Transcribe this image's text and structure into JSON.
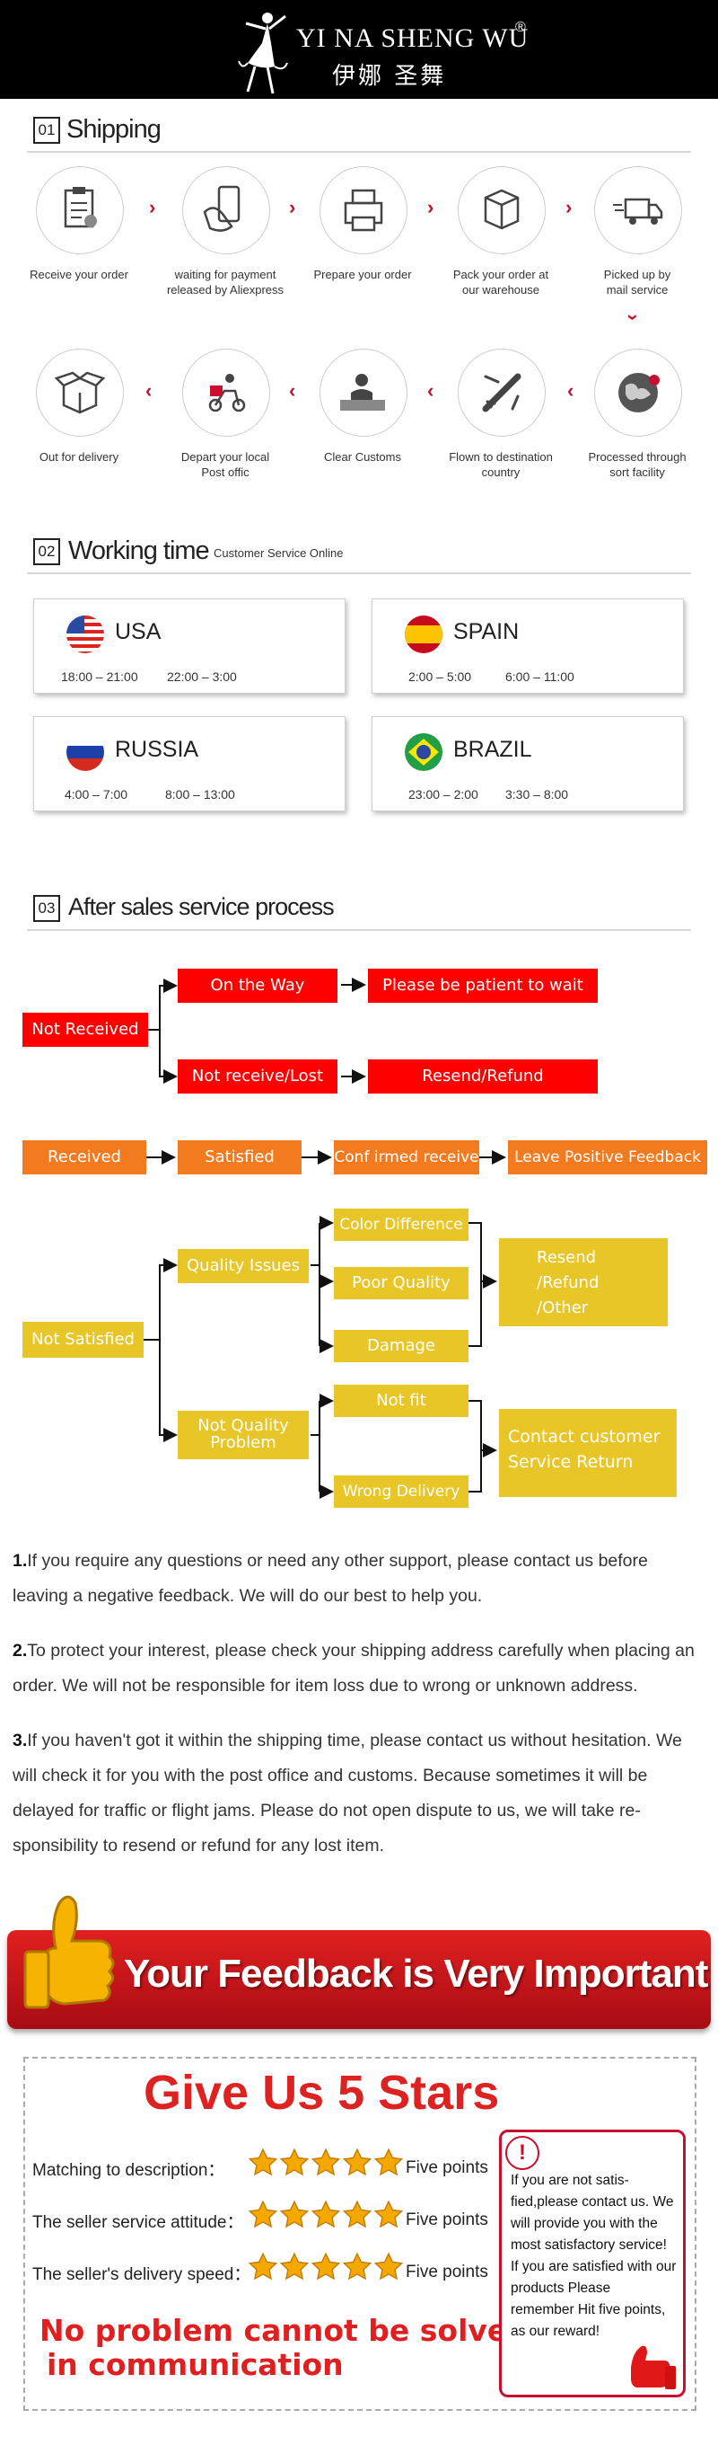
{
  "header": {
    "brand": "YI NA SHENG WU",
    "brand_mark": "®",
    "brand_cn": "伊娜 圣舞"
  },
  "shipping": {
    "number": "01",
    "title": "Shipping",
    "steps": [
      {
        "icon": "clipboard-icon",
        "label": "Receive your order"
      },
      {
        "icon": "payment-card-icon",
        "label": "waiting for payment released by Aliexpress"
      },
      {
        "icon": "printer-icon",
        "label": "Prepare your order"
      },
      {
        "icon": "box-icon",
        "label": "Pack your order at our warehouse"
      },
      {
        "icon": "truck-icon",
        "label": "Picked up by mail service"
      },
      {
        "icon": "globe-icon",
        "label": "Processed through sort facility"
      },
      {
        "icon": "airplane-icon",
        "label": "Flown to destination country"
      },
      {
        "icon": "customs-officer-icon",
        "label": "Clear Customs"
      },
      {
        "icon": "delivery-scooter-icon",
        "label": "Depart your local Post offic"
      },
      {
        "icon": "open-box-icon",
        "label": "Out for delivery"
      }
    ]
  },
  "working_time": {
    "number": "02",
    "title": "Working time",
    "subtitle": "Customer Service Online",
    "countries": [
      {
        "name": "USA",
        "t1": "18:00 – 21:00",
        "t2": "22:00 – 3:00"
      },
      {
        "name": "SPAIN",
        "t1": "2:00 – 5:00",
        "t2": "6:00 – 11:00"
      },
      {
        "name": "RUSSIA",
        "t1": "4:00 – 7:00",
        "t2": "8:00 – 13:00"
      },
      {
        "name": "BRAZIL",
        "t1": "23:00 – 2:00",
        "t2": "3:30 – 8:00"
      }
    ]
  },
  "after_sales": {
    "number": "03",
    "title": "After sales service process",
    "not_received": "Not Received",
    "on_the_way": "On the Way",
    "be_patient": "Please be patient to wait",
    "lost": "Not receive/Lost",
    "resend_refund": "Resend/Refund",
    "received": "Received",
    "satisfied": "Satisfied",
    "confirmed": "Conf irmed receive",
    "leave_feedback": "Leave Positive Feedback",
    "not_satisfied": "Not Satisfied",
    "quality_issues": "Quality Issues",
    "color_difference": "Color Difference",
    "poor_quality": "Poor Quality",
    "damage": "Damage",
    "resend_other": [
      "Resend",
      "/Refund",
      "/Other"
    ],
    "not_quality": [
      "Not Quality",
      "Problem"
    ],
    "not_fit": "Not fit",
    "wrong_delivery": "Wrong Delivery",
    "contact": [
      "Contact customer",
      "Service Return"
    ]
  },
  "notes": [
    {
      "num": "1.",
      "text": "If you require any questions or need any other support, please contact us before leaving a negative feedback. We will do our best to help you."
    },
    {
      "num": "2.",
      "text": "To protect your interest, please check your shipping address carefully when placing an order. We will not be responsible for item loss due to wrong or unknown address."
    },
    {
      "num": "3.",
      "text": "If you haven't got it within the shipping time, please contact us without hesitation. We will check it for you with the post office and customs. Because sometimes it will be delayed for traffic or flight jams. Please do not open dispute to us, we will take re-sponsibility to resend or refund for any lost item."
    }
  ],
  "feedback": {
    "banner": "Your Feedback is Very Important",
    "title": "Give Us 5 Stars",
    "rows": [
      {
        "label": "Matching to description：",
        "points": "Five points"
      },
      {
        "label": "The seller service attitude：",
        "points": "Five points"
      },
      {
        "label": "The seller's delivery speed：",
        "points": "Five points"
      }
    ],
    "slogan": [
      "No problem cannot be solved",
      "in communication"
    ],
    "note_mark": "!",
    "note": "If you are not satis-fied,please contact us. We will provide you with the most satisfactory service! If you are satisfied with our products Please remember Hit five points, as our reward!"
  },
  "colors": {
    "red": "#ff0000",
    "orange": "#f47a20",
    "yellow": "#e8c628",
    "banner_red": "#c8101c",
    "slogan_red": "#e02020"
  }
}
